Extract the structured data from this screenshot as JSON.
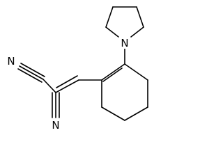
{
  "atoms": {
    "pyrrolidine_nitrogen": "N",
    "upper_nitrile_nitrogen": "N",
    "lower_nitrile_nitrogen": "N"
  },
  "colors": {
    "bond": "#000000",
    "label": "#000000",
    "background": "#ffffff"
  }
}
